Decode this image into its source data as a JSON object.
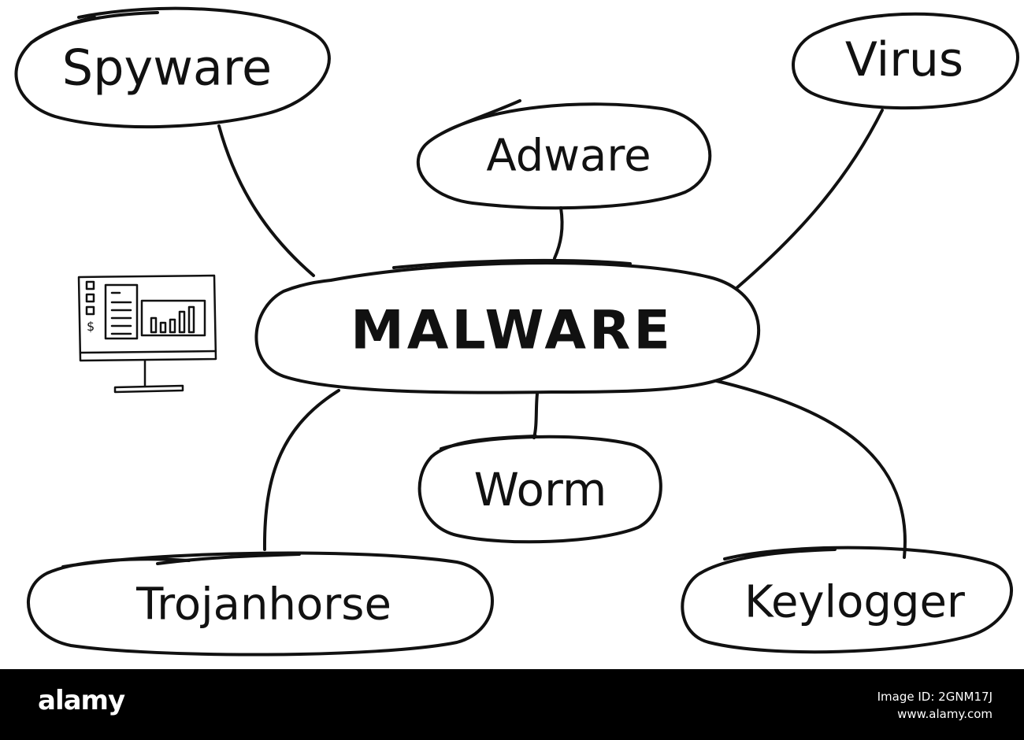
{
  "diagram": {
    "center": {
      "label": "MALWARE"
    },
    "nodes": [
      {
        "id": "spyware",
        "label": "Spyware"
      },
      {
        "id": "adware",
        "label": "Adware"
      },
      {
        "id": "virus",
        "label": "Virus"
      },
      {
        "id": "worm",
        "label": "Worm"
      },
      {
        "id": "trojan",
        "label": "Trojanhorse"
      },
      {
        "id": "keylogger",
        "label": "Keylogger"
      }
    ],
    "icon": "computer-monitor-icon",
    "stroke_color": "#111111"
  },
  "footer": {
    "logo": "alamy",
    "image_id_line": "Image ID: 2GNM17J",
    "site": "www.alamy.com"
  }
}
